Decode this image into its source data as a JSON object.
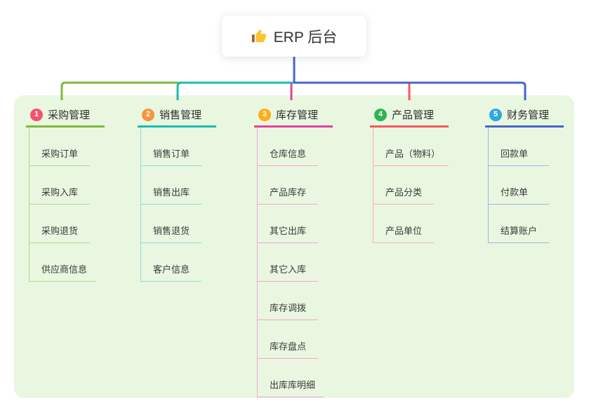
{
  "root": {
    "title": "ERP 后台",
    "icon": "thumbs-up-icon"
  },
  "branches": [
    {
      "num": "1",
      "label": "采购管理",
      "badge_color": "#F4536E",
      "line_color": "#7CB93F",
      "sub_line_color": "#AFD788",
      "items": [
        "采购订单",
        "采购入库",
        "采购退货",
        "供应商信息"
      ]
    },
    {
      "num": "2",
      "label": "销售管理",
      "badge_color": "#F8943C",
      "line_color": "#1BBCAD",
      "sub_line_color": "#8BDCD2",
      "items": [
        "销售订单",
        "销售出库",
        "销售退货",
        "客户信息"
      ]
    },
    {
      "num": "3",
      "label": "库存管理",
      "badge_color": "#FBAE17",
      "line_color": "#E3409E",
      "sub_line_color": "#F2A3CF",
      "items": [
        "仓库信息",
        "产品库存",
        "其它出库",
        "其它入库",
        "库存调拨",
        "库存盘点",
        "出库库明细"
      ]
    },
    {
      "num": "4",
      "label": "产品管理",
      "badge_color": "#2FB457",
      "line_color": "#F8575C",
      "sub_line_color": "#FBACAF",
      "items": [
        "产品（物料）",
        "产品分类",
        "产品单位"
      ]
    },
    {
      "num": "5",
      "label": "财务管理",
      "badge_color": "#2FA7E0",
      "line_color": "#4466C8",
      "sub_line_color": "#A2B4E5",
      "items": [
        "回款单",
        "付款单",
        "结算账户"
      ]
    }
  ],
  "colors": {
    "panel_bg": "#E9F7E1",
    "root_line": "#5163C6",
    "card_bg": "#FFFFFF",
    "text": "#3A3A3A",
    "thumb_hand": "#FBC531",
    "thumb_sleeve": "#9C5F21"
  }
}
